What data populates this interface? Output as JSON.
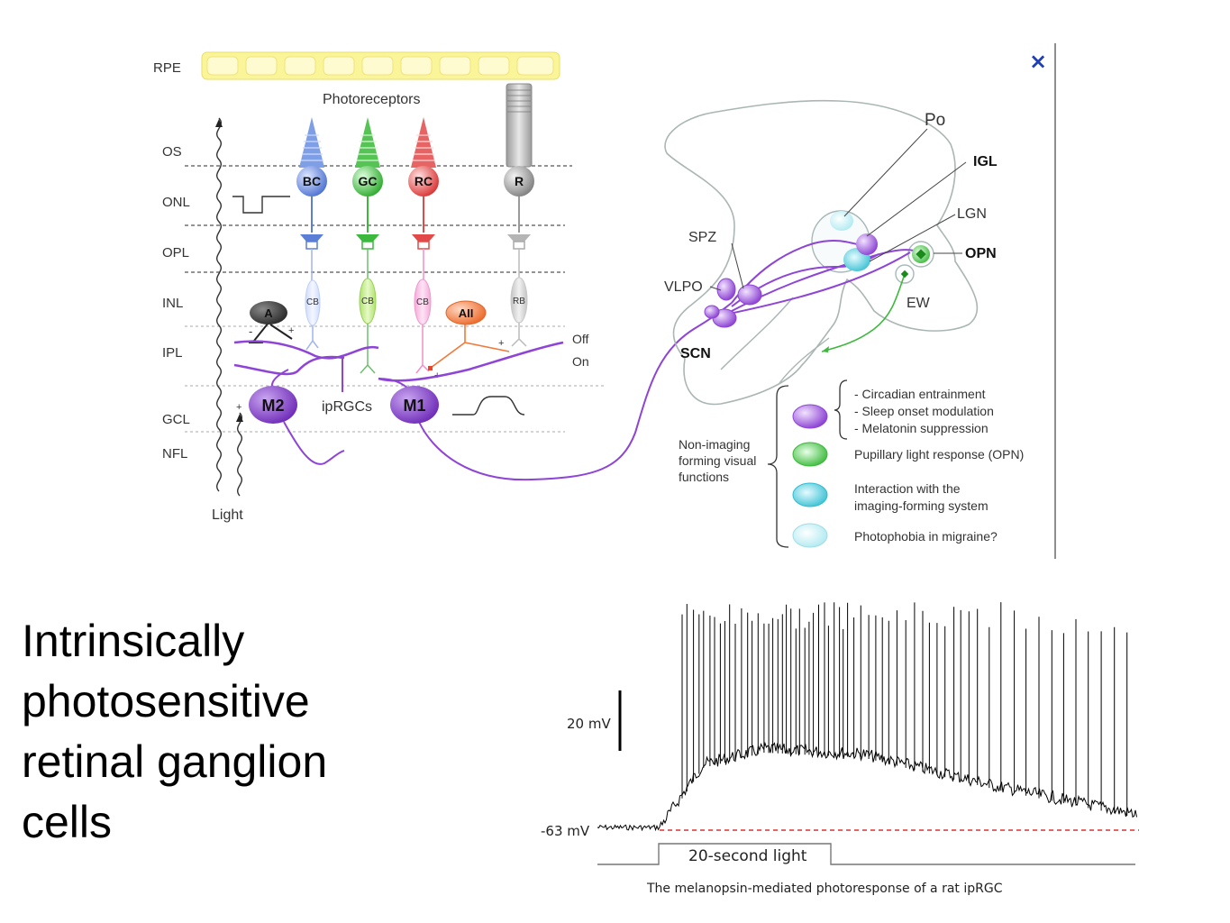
{
  "layers": [
    "RPE",
    "OS",
    "ONL",
    "OPL",
    "INL",
    "IPL",
    "GCL",
    "NFL"
  ],
  "light_label": "Light",
  "photoreceptors_title": "Photoreceptors",
  "cones": [
    "BC",
    "GC",
    "RC",
    "R"
  ],
  "bipolar": [
    "CB",
    "CB",
    "CB",
    "RB"
  ],
  "amacrine": [
    "A",
    "AII"
  ],
  "ipl_sublayers": [
    "Off",
    "On"
  ],
  "iprgc": {
    "m2": "M2",
    "m1": "M1",
    "label": "ipRGCs"
  },
  "signs": {
    "minus": "-",
    "plus": "+"
  },
  "brain_regions": {
    "po": "Po",
    "igl": "IGL",
    "lgn": "LGN",
    "opn": "OPN",
    "spz": "SPZ",
    "vlpo": "VLPO",
    "scn": "SCN",
    "ew": "EW"
  },
  "legend": {
    "group_label": [
      "Non-imaging",
      "forming visual",
      "functions"
    ],
    "purple": [
      "- Circadian entrainment",
      "- Sleep onset modulation",
      "- Melatonin suppression"
    ],
    "green": "Pupillary light response (OPN)",
    "cyan": [
      "Interaction with the",
      "imaging-forming system"
    ],
    "lightcyan": "Photophobia in migraine?"
  },
  "colors": {
    "purple": "#8e44d6",
    "green": "#3cb83c",
    "cyan": "#3fc6d8",
    "light_cyan": "#bdeef4",
    "blue": "#5b7fd6",
    "red": "#e24a4a",
    "gray": "#8c8c8c",
    "rpe": "#fbf59a",
    "orange": "#f07a3c",
    "close": "#1f3fb5"
  },
  "close_icon": "×",
  "title_lines": [
    "Intrinsically",
    "photosensitive",
    "retinal ganglion",
    "cells"
  ],
  "trace": {
    "scale_label": "20 mV",
    "baseline_label": "-63 mV",
    "stimulus_label": "20-second light",
    "caption": "The melanopsin-mediated photoresponse of a rat ipRGC"
  }
}
